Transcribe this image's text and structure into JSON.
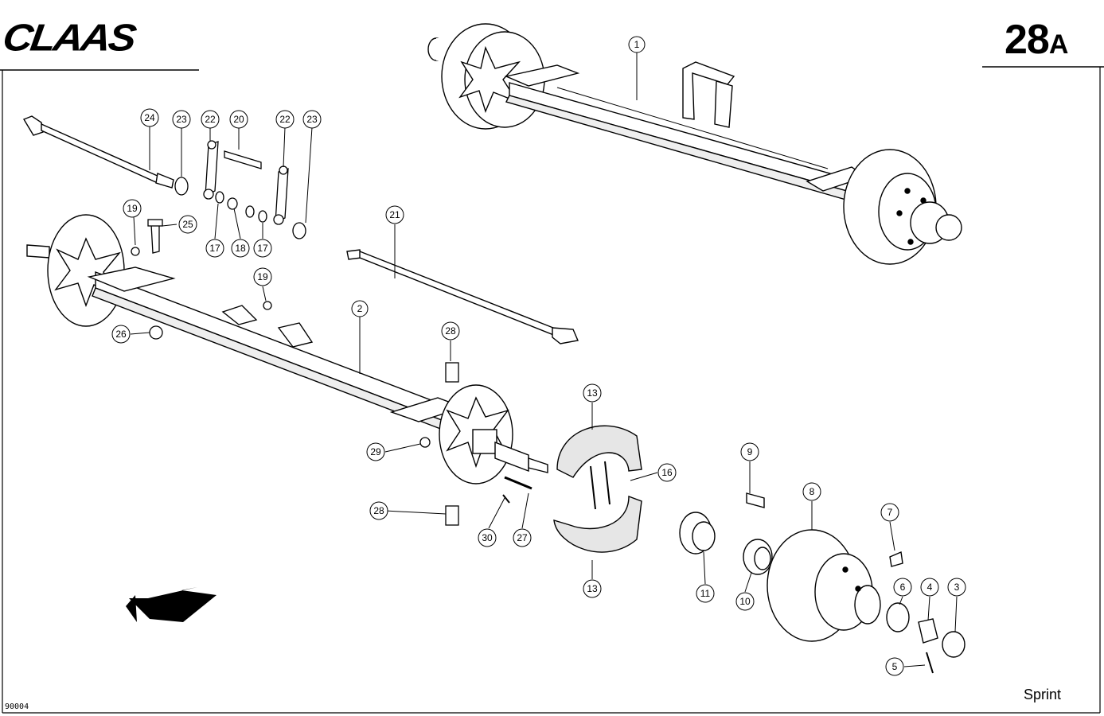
{
  "header": {
    "brand": "CLAAS",
    "page_number": "28",
    "page_suffix": "A"
  },
  "footer": {
    "model": "Sprint",
    "doc_number": "90004"
  },
  "callouts": [
    {
      "id": "c1",
      "label": "1"
    },
    {
      "id": "c2",
      "label": "2"
    },
    {
      "id": "c3",
      "label": "3"
    },
    {
      "id": "c4",
      "label": "4"
    },
    {
      "id": "c5",
      "label": "5"
    },
    {
      "id": "c6",
      "label": "6"
    },
    {
      "id": "c7",
      "label": "7"
    },
    {
      "id": "c8",
      "label": "8"
    },
    {
      "id": "c9",
      "label": "9"
    },
    {
      "id": "c10",
      "label": "10"
    },
    {
      "id": "c11",
      "label": "11"
    },
    {
      "id": "c13a",
      "label": "13"
    },
    {
      "id": "c13b",
      "label": "13"
    },
    {
      "id": "c16",
      "label": "16"
    },
    {
      "id": "c17a",
      "label": "17"
    },
    {
      "id": "c17b",
      "label": "17"
    },
    {
      "id": "c18",
      "label": "18"
    },
    {
      "id": "c19a",
      "label": "19"
    },
    {
      "id": "c19b",
      "label": "19"
    },
    {
      "id": "c20",
      "label": "20"
    },
    {
      "id": "c21",
      "label": "21"
    },
    {
      "id": "c22a",
      "label": "22"
    },
    {
      "id": "c22b",
      "label": "22"
    },
    {
      "id": "c23a",
      "label": "23"
    },
    {
      "id": "c23b",
      "label": "23"
    },
    {
      "id": "c24",
      "label": "24"
    },
    {
      "id": "c25",
      "label": "25"
    },
    {
      "id": "c26",
      "label": "26"
    },
    {
      "id": "c27",
      "label": "27"
    },
    {
      "id": "c28a",
      "label": "28"
    },
    {
      "id": "c28b",
      "label": "28"
    },
    {
      "id": "c29",
      "label": "29"
    },
    {
      "id": "c30",
      "label": "30"
    }
  ]
}
